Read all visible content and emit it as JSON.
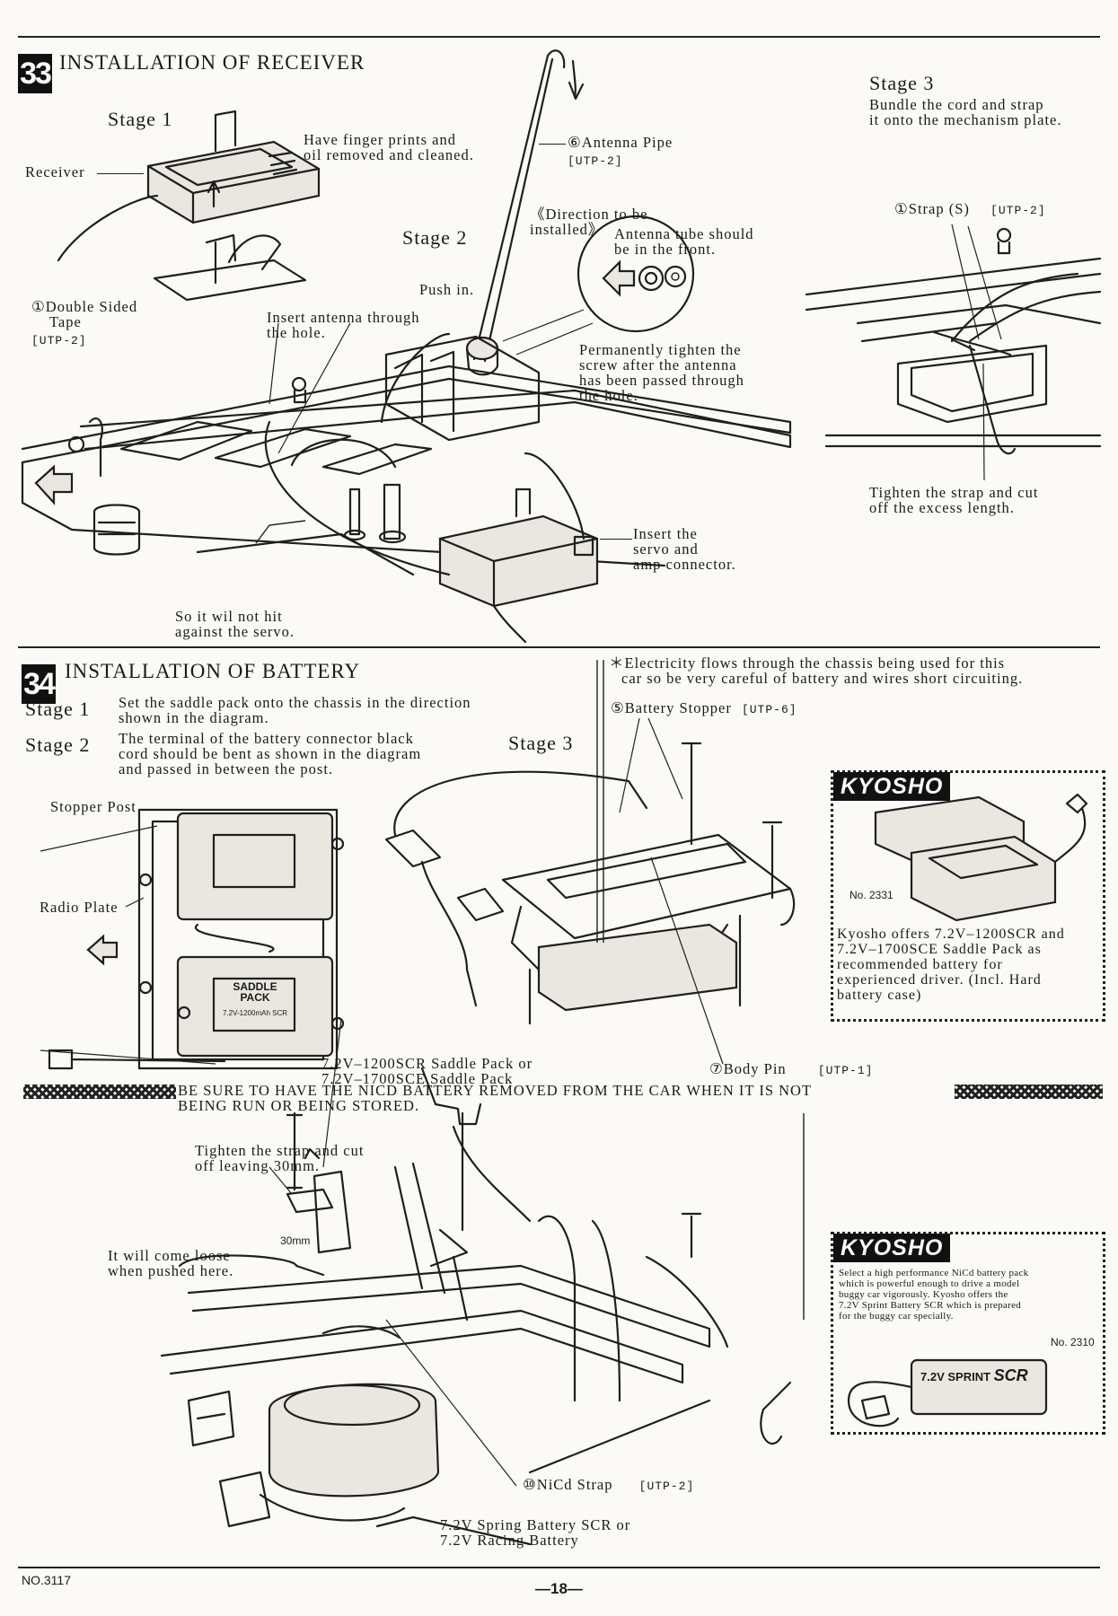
{
  "page": {
    "footer_left": "NO.3117",
    "page_number": "—18—"
  },
  "section33": {
    "number": "33",
    "title": "INSTALLATION OF RECEIVER",
    "stage1": "Stage 1",
    "stage2": "Stage 2",
    "stage3": "Stage 3",
    "stage3_text": [
      "Bundle the cord and strap",
      "it onto the mechanism plate."
    ],
    "labels": {
      "receiver": "Receiver",
      "finger_prints": [
        "Have finger prints and",
        "oil removed and cleaned."
      ],
      "antenna_pipe": "⑥Antenna Pipe",
      "antenna_pipe_code": "[UTP-2]",
      "direction": [
        "《Direction to be",
        "installed》"
      ],
      "antenna_tube": [
        "Antenna tube should",
        "be in the front."
      ],
      "strap_s": "①Strap (S)",
      "strap_s_code": "[UTP-2]",
      "double_sided": [
        "①Double Sided",
        "Tape"
      ],
      "double_sided_code": "[UTP-2]",
      "push_in": "Push in.",
      "insert_antenna": [
        "Insert antenna through",
        "the hole."
      ],
      "tighten_screw": [
        "Permanently tighten the",
        "screw after the antenna",
        "has been passed through",
        "the hole."
      ],
      "tighten_strap": [
        "Tighten the strap and cut",
        "off the excess length."
      ],
      "insert_servo": [
        "Insert the",
        "servo and",
        "amp connector."
      ],
      "so_it_wil": [
        "So it wil not hit",
        "against the servo."
      ]
    }
  },
  "section34": {
    "number": "34",
    "title": "INSTALLATION OF BATTERY",
    "stage1": "Stage 1",
    "stage1_text": [
      "Set the saddle pack onto the chassis in the direction",
      "shown in the diagram."
    ],
    "stage2": "Stage 2",
    "stage2_text": [
      "The terminal of the battery connector black",
      "cord should be bent as shown in the diagram",
      "and passed in between the post."
    ],
    "stage3": "Stage 3",
    "electricity_note": [
      "＊Electricity flows through the chassis being used for this",
      "car so be very careful of battery and wires short circuiting."
    ],
    "labels": {
      "battery_stopper": "⑤Battery Stopper",
      "battery_stopper_code": "[UTP-6]",
      "stopper_post": "Stopper Post",
      "radio_plate": "Radio Plate",
      "saddle_pack": [
        "7.2V–1200SCR Saddle Pack or",
        "7.2V–1700SCE Saddle Pack"
      ],
      "body_pin": "⑦Body Pin",
      "body_pin_code": "[UTP-1]",
      "saddle_pack_print": "SADDLE PACK",
      "saddle_pack_sub": "7.2V-1200mAh SCR"
    },
    "warning": [
      "BE SURE TO HAVE THE NICD BATTERY REMOVED FROM THE CAR WHEN IT IS NOT",
      "BEING RUN OR BEING STORED."
    ],
    "bottom_labels": {
      "tighten_30": [
        "Tighten the strap and cut",
        "off leaving 30mm."
      ],
      "come_loose": [
        "It will come loose",
        "when pushed here."
      ],
      "mm30": "30mm",
      "nicd_strap": "⑩NiCd Strap",
      "nicd_strap_code": "[UTP-2]",
      "spring_battery": [
        "7.2V Spring Battery SCR or",
        "7.2V Racing Battery"
      ]
    },
    "kyosho_box1": {
      "brand": "KYOSHO",
      "product_no": "No. 2331",
      "text": [
        "Kyosho offers 7.2V–1200SCR and",
        "7.2V–1700SCE Saddle Pack as",
        "recommended battery for",
        "experienced driver. (Incl. Hard",
        "battery case)"
      ]
    },
    "kyosho_box2": {
      "brand": "KYOSHO",
      "text": [
        "Select a high performance NiCd battery pack",
        "which is powerful enough to drive a model",
        "buggy car vigorously. Kyosho offers the",
        "7.2V Sprint Battery SCR which is prepared",
        "for the buggy car specially."
      ],
      "product_no": "No. 2310",
      "battery_label": "7.2V SPRINT",
      "battery_label_scr": "SCR"
    }
  }
}
